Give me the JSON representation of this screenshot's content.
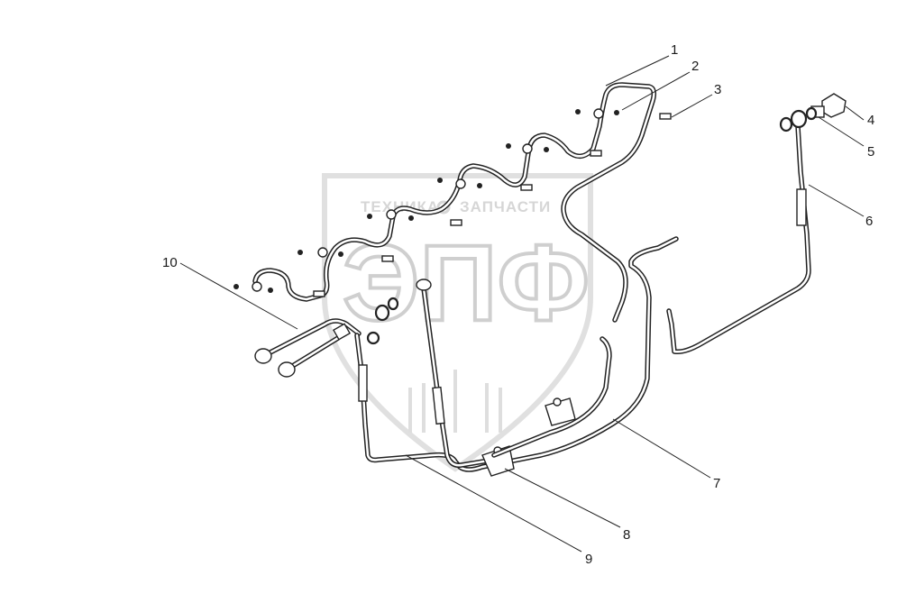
{
  "watermark": {
    "left_word": "ТЕХНИКА",
    "right_word": "ЗАПЧАСТИ",
    "monogram": "ЭПФ"
  },
  "callouts": [
    {
      "id": "1",
      "label": "1"
    },
    {
      "id": "2",
      "label": "2"
    },
    {
      "id": "3",
      "label": "3"
    },
    {
      "id": "4",
      "label": "4"
    },
    {
      "id": "5",
      "label": "5"
    },
    {
      "id": "6",
      "label": "6"
    },
    {
      "id": "7",
      "label": "7"
    },
    {
      "id": "8",
      "label": "8"
    },
    {
      "id": "9",
      "label": "9"
    },
    {
      "id": "10",
      "label": "10"
    }
  ],
  "colors": {
    "line": "#222222",
    "watermark": "#cfcfcf",
    "background": "#ffffff"
  }
}
